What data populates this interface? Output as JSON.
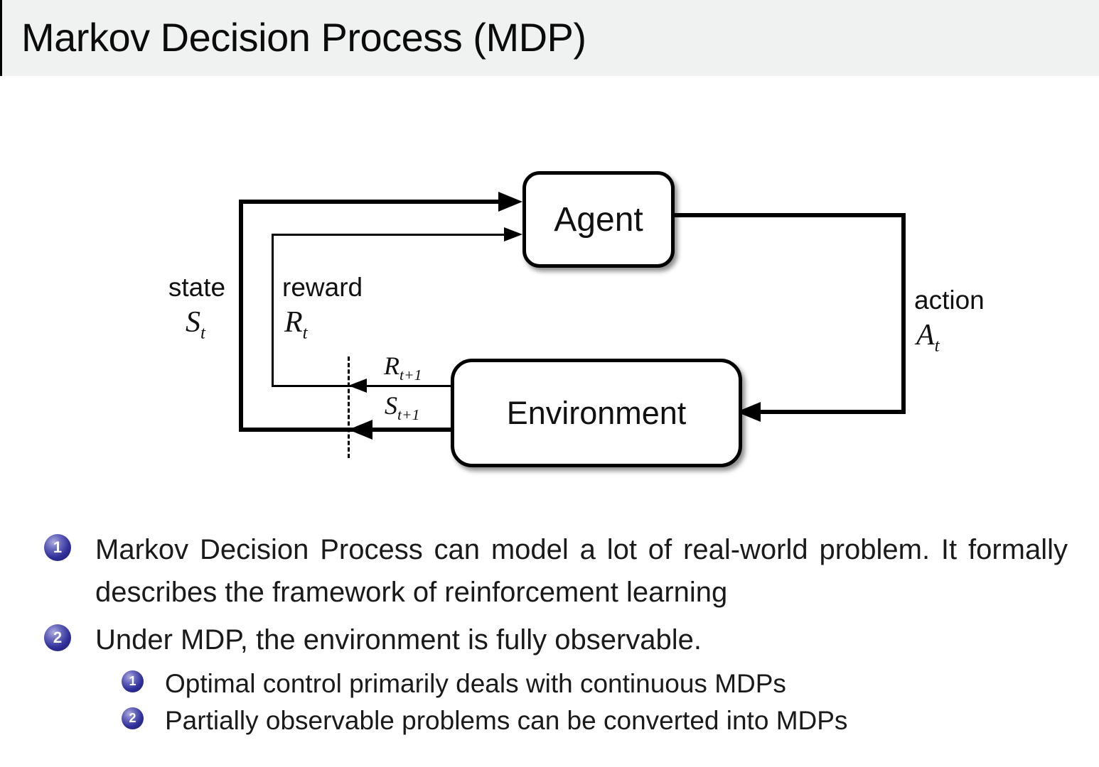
{
  "title": "Markov Decision Process (MDP)",
  "diagram": {
    "agent_label": "Agent",
    "environment_label": "Environment",
    "state_label": "state",
    "state_symbol": {
      "base": "S",
      "sub": "t"
    },
    "reward_label": "reward",
    "reward_symbol": {
      "base": "R",
      "sub": "t"
    },
    "action_label": "action",
    "action_symbol": {
      "base": "A",
      "sub": "t"
    },
    "next_reward_symbol": {
      "base": "R",
      "sub": "t+1"
    },
    "next_state_symbol": {
      "base": "S",
      "sub": "t+1"
    }
  },
  "bullets": [
    {
      "number": "1",
      "text": "Markov Decision Process can model a lot of real-world problem. It formally describes the framework of reinforcement learning"
    },
    {
      "number": "2",
      "text": "Under MDP, the environment is fully observable.",
      "sub": [
        {
          "number": "1",
          "text": "Optimal control primarily deals with continuous MDPs"
        },
        {
          "number": "2",
          "text": "Partially observable problems can be converted into MDPs"
        }
      ]
    }
  ],
  "colors": {
    "title_bar_bg": "#f0f1f1",
    "bullet_ball_blue": "#30309a",
    "diagram_ink": "#000000"
  }
}
